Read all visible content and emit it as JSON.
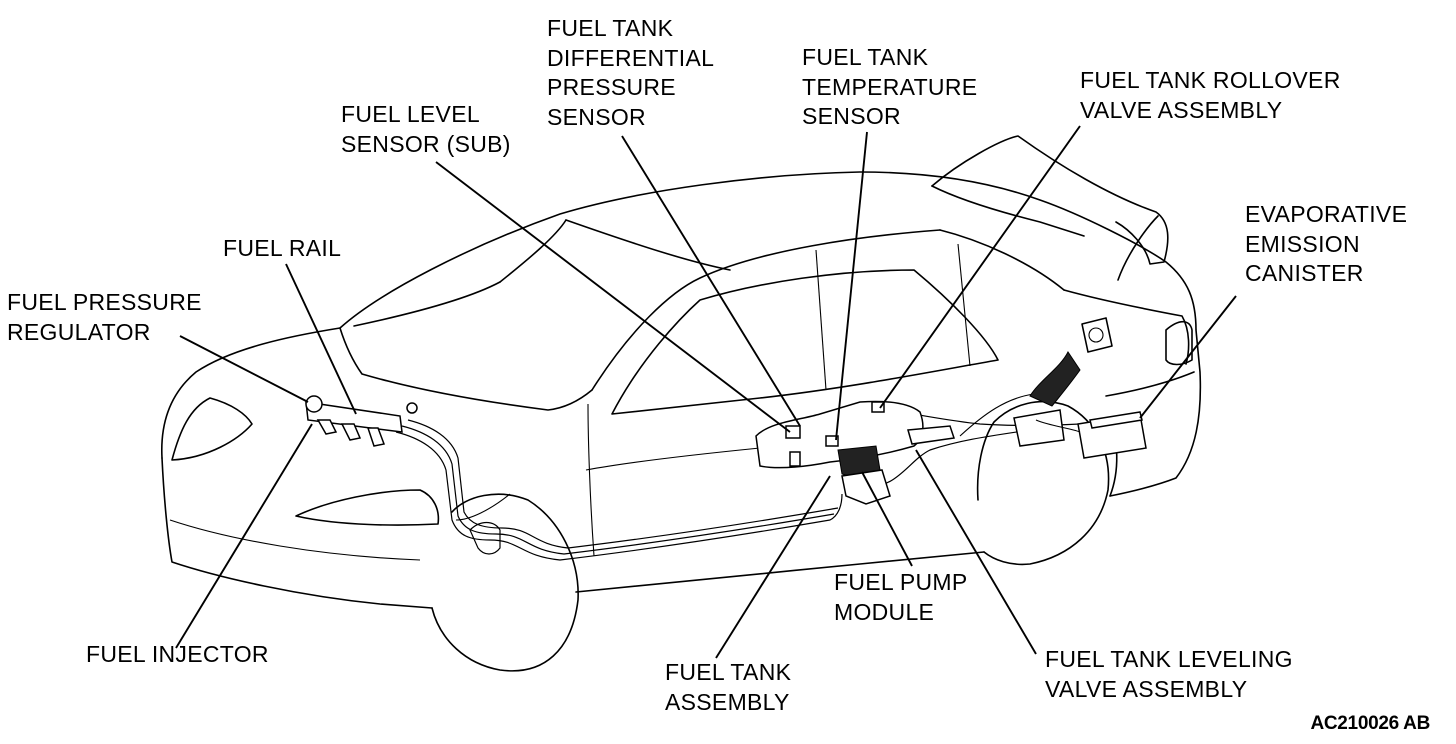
{
  "diagram": {
    "labels": {
      "fuel_tank_differential_pressure_sensor": [
        "FUEL TANK",
        "DIFFERENTIAL",
        "PRESSURE",
        "SENSOR"
      ],
      "fuel_tank_temperature_sensor": [
        "FUEL TANK",
        "TEMPERATURE",
        "SENSOR"
      ],
      "fuel_tank_rollover_valve_assembly": [
        "FUEL TANK ROLLOVER",
        "VALVE ASSEMBLY"
      ],
      "fuel_level_sensor_sub": [
        "FUEL LEVEL",
        "SENSOR (SUB)"
      ],
      "evaporative_emission_canister": [
        "EVAPORATIVE",
        "EMISSION",
        "CANISTER"
      ],
      "fuel_rail": [
        "FUEL RAIL"
      ],
      "fuel_pressure_regulator": [
        "FUEL PRESSURE",
        "REGULATOR"
      ],
      "fuel_pump_module": [
        "FUEL PUMP",
        "MODULE"
      ],
      "fuel_injector": [
        "FUEL INJECTOR"
      ],
      "fuel_tank_assembly": [
        "FUEL TANK",
        "ASSEMBLY"
      ],
      "fuel_tank_leveling_valve_assembly": [
        "FUEL TANK LEVELING",
        "VALVE ASSEMBLY"
      ]
    },
    "figure_code": "AC210026 AB"
  }
}
